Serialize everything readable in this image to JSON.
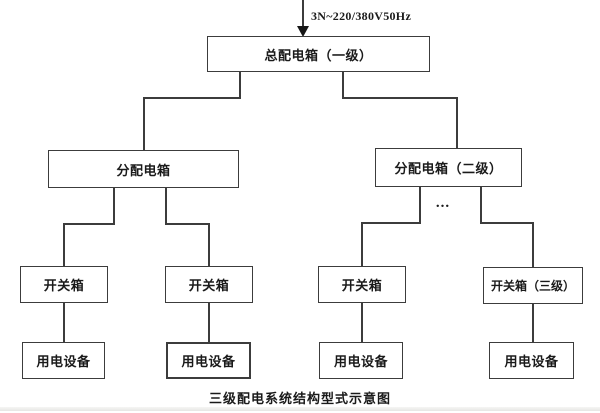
{
  "caption": "三级配电系统结构型式示意图",
  "power_feed": {
    "label": "3N~220/380V50Hz"
  },
  "levels": {
    "main": {
      "label": "总配电箱（一级）"
    },
    "distribution": [
      {
        "label": "分配电箱"
      },
      {
        "label": "分配电箱（二级）"
      }
    ],
    "switch": [
      {
        "label": "开关箱"
      },
      {
        "label": "开关箱"
      },
      {
        "label": "开关箱"
      },
      {
        "label": "开关箱（三级）"
      }
    ],
    "equipment": [
      {
        "label": "用电设备"
      },
      {
        "label": "用电设备"
      },
      {
        "label": "用电设备"
      },
      {
        "label": "用电设备"
      }
    ]
  },
  "ellipsis_label": "...",
  "colors": {
    "line": "#3c3c3c",
    "text": "#1a1a1a",
    "background": "#ffffff"
  }
}
